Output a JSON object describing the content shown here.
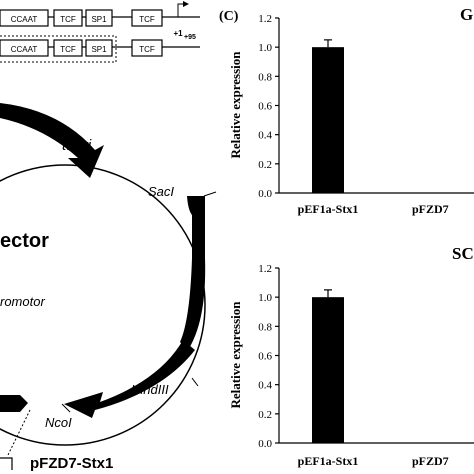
{
  "panel_c_label": "(C)",
  "promoter_rows": [
    {
      "boxes": [
        "CCAAT",
        "TCF",
        "SP1",
        "TCF"
      ]
    },
    {
      "boxes": [
        "CCAAT",
        "TCF",
        "SP1",
        "TCF"
      ]
    }
  ],
  "tss_label": "+1",
  "tss_end_label": "+95",
  "plasmid": {
    "ori_label": "tt ori",
    "vector_label": "ector",
    "promoter_label": "romotor",
    "construct_label": "pFZD7-Stx1",
    "sites": [
      "SacI",
      "HindIII",
      "NcoI"
    ]
  },
  "chart_data": [
    {
      "type": "bar",
      "title": "G",
      "ylabel": "Relative expression",
      "categories": [
        "pEF1a-Stx1",
        "pFZD7"
      ],
      "values": [
        1.0,
        0.0
      ],
      "errors": [
        0.05,
        0.0
      ],
      "ylim": [
        0,
        1.2
      ],
      "yticks": [
        "0.0",
        "0.2",
        "0.4",
        "0.6",
        "0.8",
        "1.0",
        "1.2"
      ]
    },
    {
      "type": "bar",
      "title": "SC",
      "ylabel": "Relative expression",
      "categories": [
        "pEF1a-Stx1",
        "pFZD7"
      ],
      "values": [
        1.0,
        0.0
      ],
      "errors": [
        0.05,
        0.0
      ],
      "ylim": [
        0,
        1.2
      ],
      "yticks": [
        "0.0",
        "0.2",
        "0.4",
        "0.6",
        "0.8",
        "1.0",
        "1.2"
      ]
    }
  ]
}
